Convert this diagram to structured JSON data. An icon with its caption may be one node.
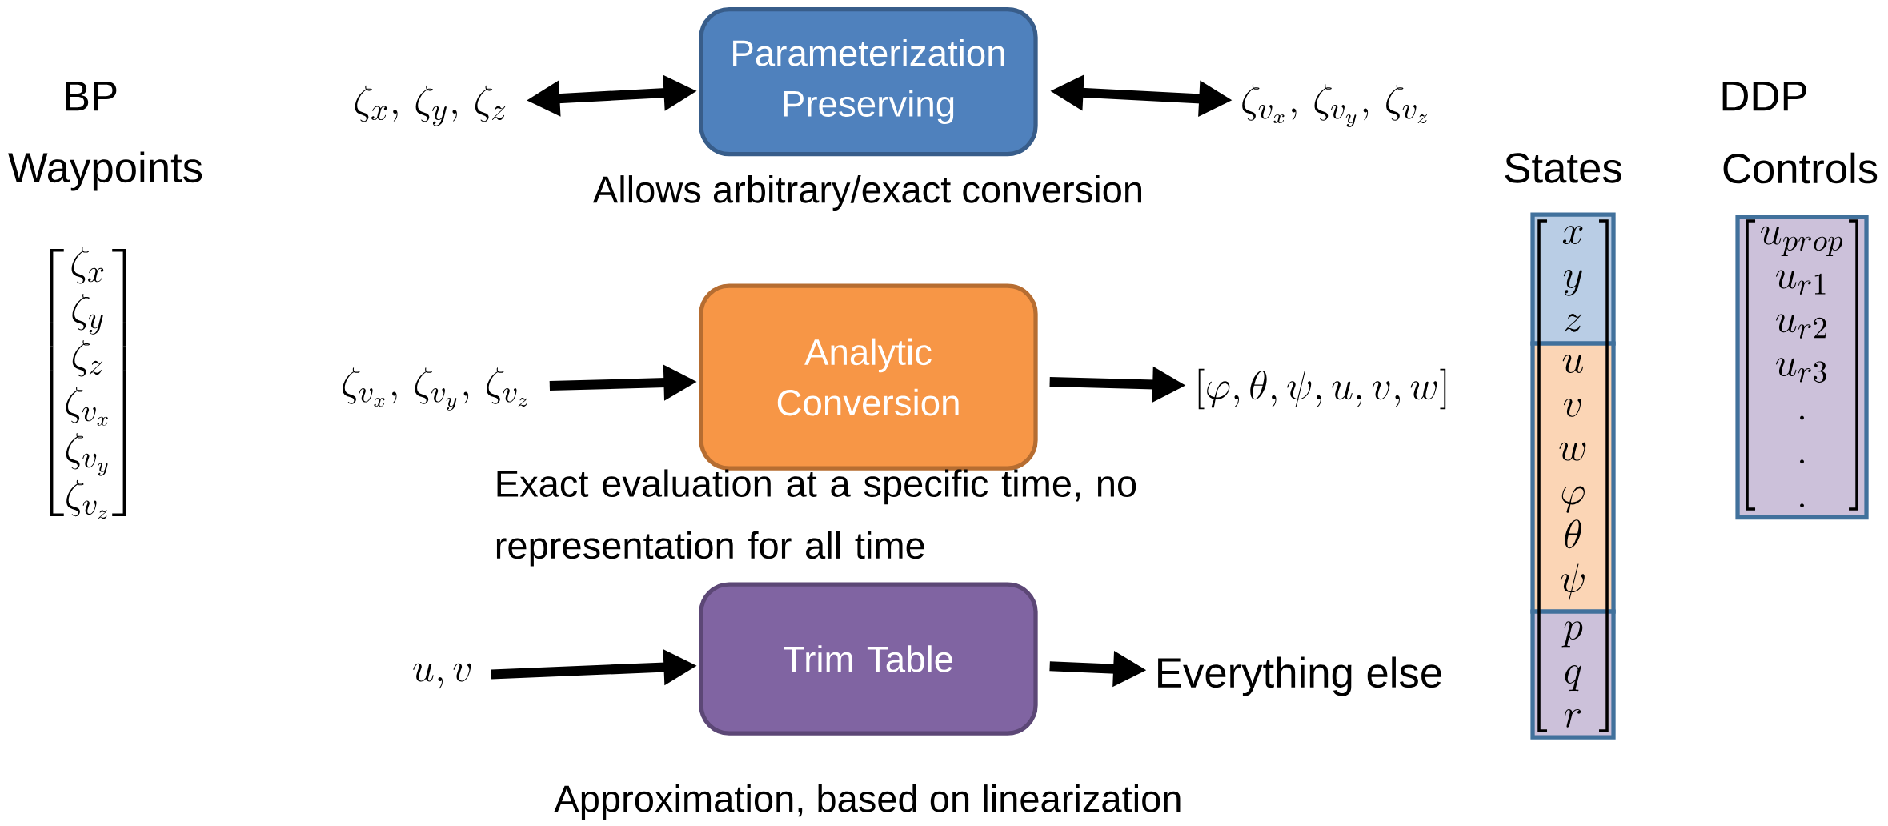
{
  "diagram": {
    "nodes": [
      {
        "text": [
          "Parameterization Preserving"
        ],
        "beside": [
          "Allows arbitrary/exact conversion"
        ]
      },
      {
        "text": [
          "\\zeta_x,\\, \\zeta_y,\\, \\zeta_z"
        ]
      },
      {
        "text": [
          "\\zeta_{v_x},\\, \\zeta_{v_y},\\, \\zeta_{v_z}"
        ]
      },
      {
        "text": [
          "Analytic Conversion"
        ],
        "beside": [
          "Exact evaluation at a specific time, no representation for all time"
        ]
      },
      {
        "text": [
          "\\zeta_{v_x},\\, \\zeta_{v_y},\\, \\zeta_{v_z}"
        ]
      },
      {
        "text": [
          "[\\varphi, \\theta, \\psi, u, v, w]"
        ]
      },
      {
        "text": [
          "Trim Table"
        ],
        "beside": [
          "Approximation, based on linearization"
        ]
      },
      {
        "text": [
          "u, v"
        ]
      },
      {
        "text": [
          "Everything else"
        ]
      },
      {
        "text": [
          "x",
          "y",
          "z"
        ]
      },
      {
        "text": [
          "u",
          "v",
          "w",
          "\\varphi",
          "\\theta",
          "\\psi"
        ]
      },
      {
        "text": [
          "p",
          "q",
          "r"
        ]
      },
      {
        "text": [
          "u_{prop}",
          "u_{r1}",
          "u_{r2}",
          "u_{r3}",
          ".",
          ".",
          "."
        ]
      }
    ],
    "edges": [
      {
        "from": 1,
        "to": 0,
        "arrow": "both"
      },
      {
        "from": 0,
        "to": 2,
        "arrow": "both"
      },
      {
        "from": 4,
        "to": 3,
        "arrow": "to"
      },
      {
        "from": 3,
        "to": 5,
        "arrow": "to"
      },
      {
        "from": 7,
        "to": 6,
        "arrow": "to"
      },
      {
        "from": 6,
        "to": 8,
        "arrow": "to"
      }
    ],
    "labels": [
      "BP",
      "Waypoints",
      "\\begin{bmatrix}\\zeta_x\\\\ \\zeta_y\\\\ \\zeta_z\\\\ \\zeta_{v_x}\\\\ \\zeta_{v_y}\\\\ \\zeta_{v_z}\\end{bmatrix}",
      "DDP",
      "States",
      "Controls"
    ]
  }
}
